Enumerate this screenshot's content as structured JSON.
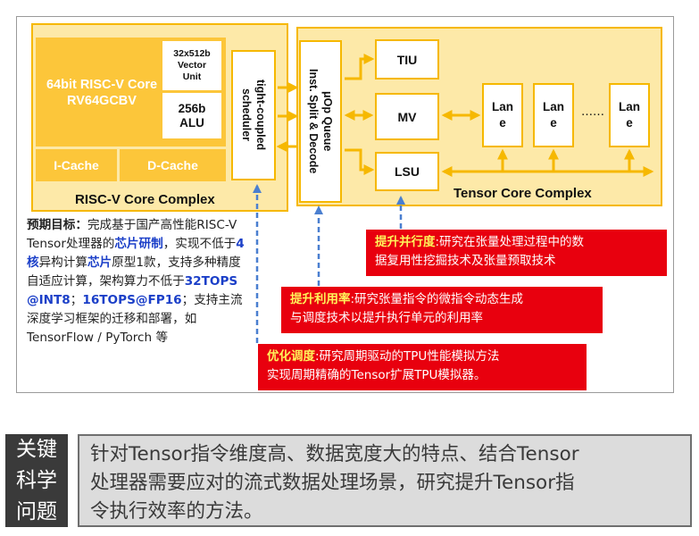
{
  "risc_v_complex": {
    "title": "RISC-V Core Complex",
    "core_lines": [
      "64bit RISC-V Core",
      "RV64GCBV"
    ],
    "vector_unit_lines": [
      "32x512b",
      "Vector",
      "Unit"
    ],
    "alu_lines": [
      "256b",
      "ALU"
    ],
    "icache": "I-Cache",
    "dcache": "D-Cache",
    "scheduler_lines": [
      "tight-coupled",
      "scheduler"
    ]
  },
  "uop_queue_lines": [
    "μOp Queue",
    "Inst. Split & Decode"
  ],
  "tensor_complex": {
    "title": "Tensor Core Complex",
    "tiu": "TIU",
    "mv": "MV",
    "lsu": "LSU",
    "lanes": [
      [
        "Lan",
        "e"
      ],
      [
        "Lan",
        "e"
      ],
      [
        "Lan",
        "e"
      ]
    ],
    "ellipsis": "……"
  },
  "goal": {
    "t1": "预期目标：",
    "t2": "完成基于国产高性能RISC-V Tensor处理器的",
    "t3": "芯片研制",
    "t4": "，实现不低于",
    "t5": "4核",
    "t6": "异构计算",
    "t7": "芯片",
    "t8": "原型1款，支持多种精度自适应计算，架构算力不低于",
    "t9": "32TOPS @INT8",
    "t10": "；",
    "t11": "16TOPS@FP16",
    "t12": "；支持主流深度学习框架的迁移和部署，如TensorFlow / PyTorch 等"
  },
  "boxes": {
    "parallel": {
      "em": "提升并行度",
      "lines": [
        ":研究在张量处理过程中的数",
        "据复用性挖掘技术及张量预取技术"
      ]
    },
    "utilization": {
      "em": "提升利用率",
      "lines": [
        ":研究张量指令的微指令动态生成",
        "与调度技术以提升执行单元的利用率"
      ]
    },
    "scheduling": {
      "em": "优化调度",
      "lines": [
        ":研究周期驱动的TPU性能模拟方法",
        "实现周期精确的Tensor扩展TPU模拟器。"
      ]
    }
  },
  "key_question": {
    "label_lines": [
      "关键",
      "科学",
      "问题"
    ],
    "text_lines": [
      "针对Tensor指令维度高、数据宽度大的特点、结合Tensor",
      "处理器需要应对的流式数据处理场景，研究提升Tensor指",
      "令执行效率的方法。"
    ]
  },
  "colors": {
    "yellow": "#fcc63a",
    "yellow_border": "#f6b800",
    "red": "#e8000e",
    "blue_dash": "#4a7fd0",
    "highlight": "#fff35a",
    "blue_text": "#1b3fc8"
  }
}
